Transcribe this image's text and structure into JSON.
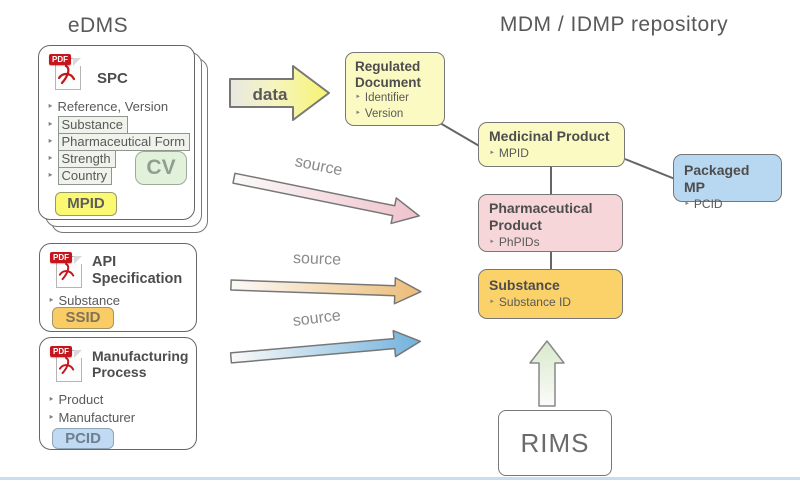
{
  "titles": {
    "edms": "eDMS",
    "mdm": "MDM / IDMP repository"
  },
  "cards": {
    "spc": {
      "title": "SPC",
      "attr_plain": "Reference, Version",
      "attr_boxed": [
        "Substance",
        "Pharmaceutical Form",
        "Strength",
        "Country"
      ],
      "cv_label": "CV",
      "id_chip": "MPID"
    },
    "api": {
      "title": "API Specification",
      "attr": "Substance",
      "id_chip": "SSID"
    },
    "mfg": {
      "title": "Manufacturing Process",
      "attrs": [
        "Product",
        "Manufacturer"
      ],
      "id_chip": "PCID"
    }
  },
  "arrows": {
    "data_label": "data",
    "source_label_1": "source",
    "source_label_2": "source",
    "source_label_3": "source"
  },
  "repository": {
    "regulated_document": {
      "title": "Regulated Document",
      "attrs": [
        "Identifier",
        "Version"
      ]
    },
    "medicinal_product": {
      "title": "Medicinal Product",
      "attrs": [
        "MPID"
      ]
    },
    "packaged_mp": {
      "title": "Packaged MP",
      "attrs": [
        "PCID"
      ]
    },
    "pharmaceutical_product": {
      "title": "Pharmaceutical Product",
      "attrs": [
        "PhPIDs"
      ]
    },
    "substance": {
      "title": "Substance",
      "attrs": [
        "Substance ID"
      ]
    },
    "rims_label": "RIMS"
  },
  "icons": {
    "pdf_badge": "PDF"
  },
  "colors": {
    "yellow_box": "#FBFAC3",
    "pink_box": "#F7D6D9",
    "blue_box": "#B8D8F2",
    "orange_box": "#FBD269",
    "chip_yellow": "#FBF872",
    "chip_orange": "#FACC66",
    "chip_blue": "#BFDAF2",
    "chip_green": "#E2F1D9",
    "attr_box_fill": "#EFF3EB",
    "connector_line": "#666666",
    "arrow_yellow_tip": "#F6F470",
    "arrow_pink_tip": "#EFC2CD",
    "arrow_orange_tip": "#ECBC78",
    "arrow_blue_tip": "#72B2DE",
    "arrow_green_top": "#D8EACB"
  }
}
